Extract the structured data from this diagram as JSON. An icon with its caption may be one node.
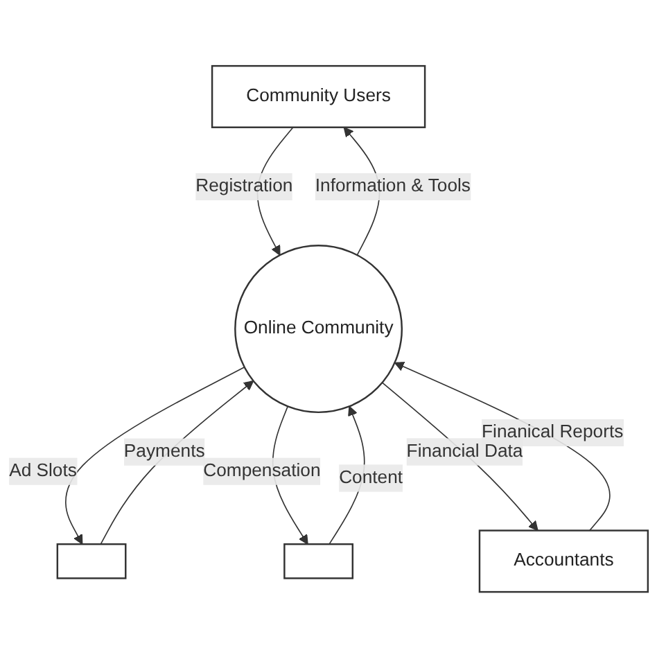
{
  "diagram": {
    "nodes": [
      {
        "text": [
          "Community Users"
        ]
      },
      {
        "text": [
          "Online Community"
        ]
      },
      {
        "text": [],
        "shape": "box"
      },
      {
        "text": [],
        "shape": "box"
      },
      {
        "text": [
          "Accountants"
        ]
      }
    ],
    "edges": [
      {
        "from": 1,
        "to": 0,
        "arrow": "to",
        "label": "Information & Tools"
      },
      {
        "from": 0,
        "to": 1,
        "arrow": "to",
        "label": "Registration"
      },
      {
        "from": 2,
        "to": 1,
        "arrow": "to",
        "label": "Payments"
      },
      {
        "from": 1,
        "to": 2,
        "arrow": "to",
        "label": "Ad Slots"
      },
      {
        "from": 1,
        "to": 3,
        "arrow": "to",
        "label": "Compensation"
      },
      {
        "from": 3,
        "to": 1,
        "arrow": "to",
        "label": "Content"
      },
      {
        "from": 4,
        "to": 1,
        "arrow": "to",
        "label": "Finanical Reports"
      },
      {
        "from": 1,
        "to": 4,
        "arrow": "to",
        "label": "Financial Data"
      }
    ]
  }
}
